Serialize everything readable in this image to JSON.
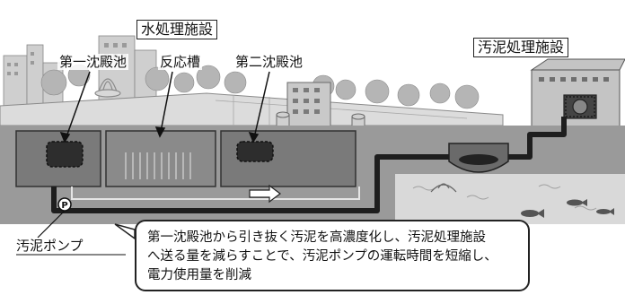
{
  "labels": {
    "water_treatment_facility": "水処理施設",
    "primary_sedimentation_tank": "第一沈殿池",
    "reaction_tank": "反応槽",
    "secondary_sedimentation_tank": "第二沈殿池",
    "sludge_treatment_facility": "汚泥処理施設",
    "sludge_pump": "汚泥ポンプ",
    "pump_marker": "P"
  },
  "callout": {
    "lines": [
      "第一沈殿池から引き抜く汚泥を高濃度化し、汚泥処理施設",
      "へ送る量を減らすことで、汚泥ポンプの運転時間を短縮し、",
      "電力使用量を削減"
    ]
  },
  "colors": {
    "ground": "#9a9a9a",
    "tank_water": "#6f6f6f",
    "sludge_pipe": "#1e1e1e",
    "sky": "#f2f2f2",
    "trees": "#b9b9b9",
    "buildings": "#c8c8c8"
  }
}
